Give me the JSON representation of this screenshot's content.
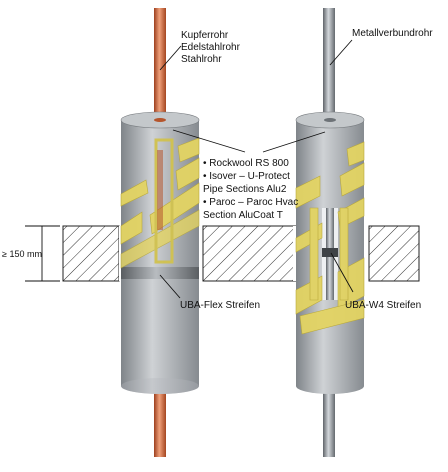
{
  "labels": {
    "left_pipe_materials": [
      "Kupferrohr",
      "Edelstahlrohr",
      "Stahlrohr"
    ],
    "right_pipe_material": "Metallverbundrohr",
    "insulation_products": [
      "• Rockwool RS 800",
      "• Isover – U-Protect",
      "  Pipe Sections Alu2",
      "• Paroc – Paroc Hvac",
      "  Section AluCoat T"
    ],
    "wall_thickness": "≥ 150 mm",
    "left_strip": "UBA-Flex Streifen",
    "right_strip": "UBA-W4 Streifen"
  },
  "colors": {
    "copper_pipe": "#d2693c",
    "metal_pipe": "#8f9499",
    "insulation": "#a9adb1",
    "uba_strip": "#e3d463",
    "hatch": "#333333"
  }
}
